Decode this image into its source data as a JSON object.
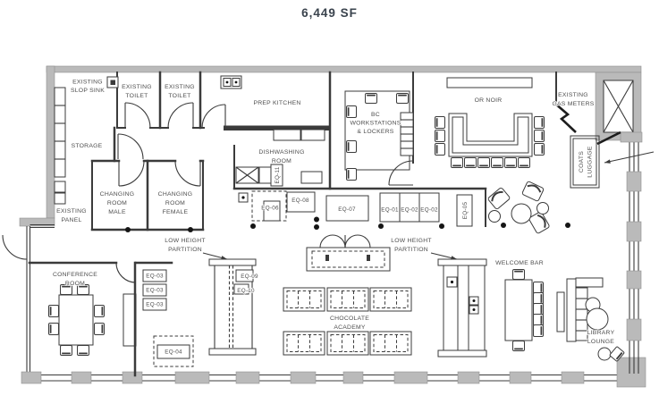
{
  "title": "6,449 SF",
  "colors": {
    "wall": "#bababa",
    "line": "#3b3b3b",
    "text": "#4e4e4e",
    "title": "#3a434d"
  },
  "labels": {
    "slop_sink": [
      "EXISTING",
      "SLOP SINK"
    ],
    "toilet_1": [
      "EXISTING",
      "TOILET"
    ],
    "toilet_2": [
      "EXISTING",
      "TOILET"
    ],
    "prep_kitchen": [
      "PREP KITCHEN"
    ],
    "storage": [
      "STORAGE"
    ],
    "dishwashing": [
      "DISHWASHING",
      "ROOM"
    ],
    "bc_workstations": [
      "BC",
      "WORKSTATIONS",
      "& LOCKERS"
    ],
    "or_noir": [
      "OR NOIR"
    ],
    "gas_meters": [
      "EXISTING",
      "GAS METERS"
    ],
    "coats_luggage": [
      "COATS",
      "LUGGAGE"
    ],
    "changing_male": [
      "CHANGING",
      "ROOM",
      "MALE"
    ],
    "changing_female": [
      "CHANGING",
      "ROOM",
      "FEMALE"
    ],
    "existing_panel": [
      "EXISTING",
      "PANEL"
    ],
    "partition_left": [
      "LOW HEIGHT",
      "PARTITION"
    ],
    "partition_right": [
      "LOW HEIGHT",
      "PARTITION"
    ],
    "conference": [
      "CONFERENCE",
      "ROOM"
    ],
    "welcome_bar": [
      "WELCOME BAR"
    ],
    "chocolate_academy": [
      "CHOCOLATE",
      "ACADEMY"
    ],
    "library_lounge": [
      "LIBRARY",
      "LOUNGE"
    ]
  },
  "equipment": {
    "eq01": "EQ-01",
    "eq02a": "EQ-02",
    "eq02b": "EQ-02",
    "eq03a": "EQ-03",
    "eq03b": "EQ-03",
    "eq03c": "EQ-03",
    "eq04": "EQ-04",
    "eq05": "EQ-05",
    "eq06": "EQ-06",
    "eq07": "EQ-07",
    "eq08": "EQ-08",
    "eq09": "EQ-09",
    "eq10": "EQ-10",
    "eq11": "EQ-11"
  }
}
